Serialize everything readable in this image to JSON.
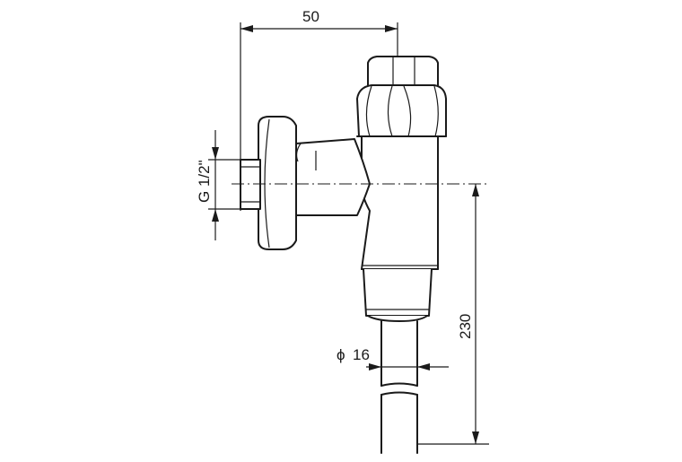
{
  "dimensions": {
    "width_label": "50",
    "thread_label": "G 1/2\"",
    "diameter_symbol": "ϕ",
    "diameter_label": "16",
    "height_label": "230"
  }
}
